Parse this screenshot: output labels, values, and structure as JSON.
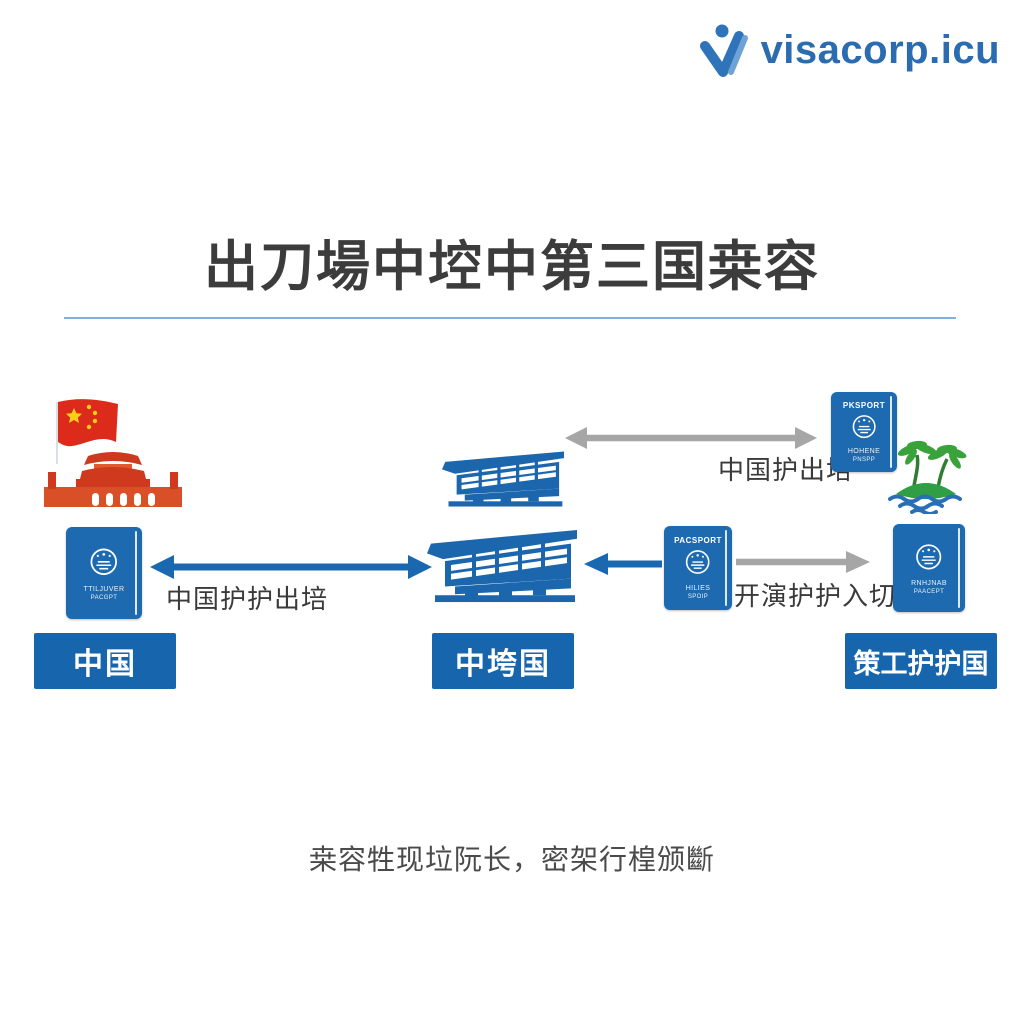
{
  "logo": {
    "brand": "visacorp.icu"
  },
  "title": {
    "text": "出刀場中埪中第三国桒容"
  },
  "flow": {
    "left_label": "中国",
    "middle_label": "中垮国",
    "right_label": "策工护护国"
  },
  "arrows": {
    "left_blue_label": "中国护护出培",
    "top_gray_label": "中国护出培",
    "right_gray_label": "开演护护入切"
  },
  "passports": {
    "china": {
      "line1": "TTILJUVER",
      "line2": "PACGPT"
    },
    "island": {
      "title": "PKSPORT",
      "line1": "HOHENE",
      "line2": "PNSPP"
    },
    "transit": {
      "title": "PACSPORT",
      "line1": "HILIES",
      "line2": "SPOIP"
    },
    "third": {
      "line1": "RNHJNAB",
      "line2": "PAACEPT"
    }
  },
  "caption": {
    "text": "桒容牲现垃阮长，密架行楻颁斷"
  },
  "icons": {
    "logo_mark": "person-check-v-icon",
    "left": "china-flag-and-tiananmen-icon",
    "middle": "airport-terminal-icon",
    "right": "palm-island-icon",
    "passport": "national-emblem-icon"
  },
  "colors": {
    "primary_blue": "#1b66ad",
    "label_blue": "#1766ad",
    "passport_blue": "#1d6ab0",
    "brand_blue": "#2b6cb0",
    "arrow_gray": "#a6a6a6",
    "divider_blue": "#7fb0dc",
    "flag_red": "#dc2a1b",
    "star_yellow": "#fdd017",
    "palm_green": "#3aa23a",
    "wave_blue": "#2a6fb5",
    "title_text": "#3c3c3c",
    "caption_text": "#4a4a4a"
  }
}
